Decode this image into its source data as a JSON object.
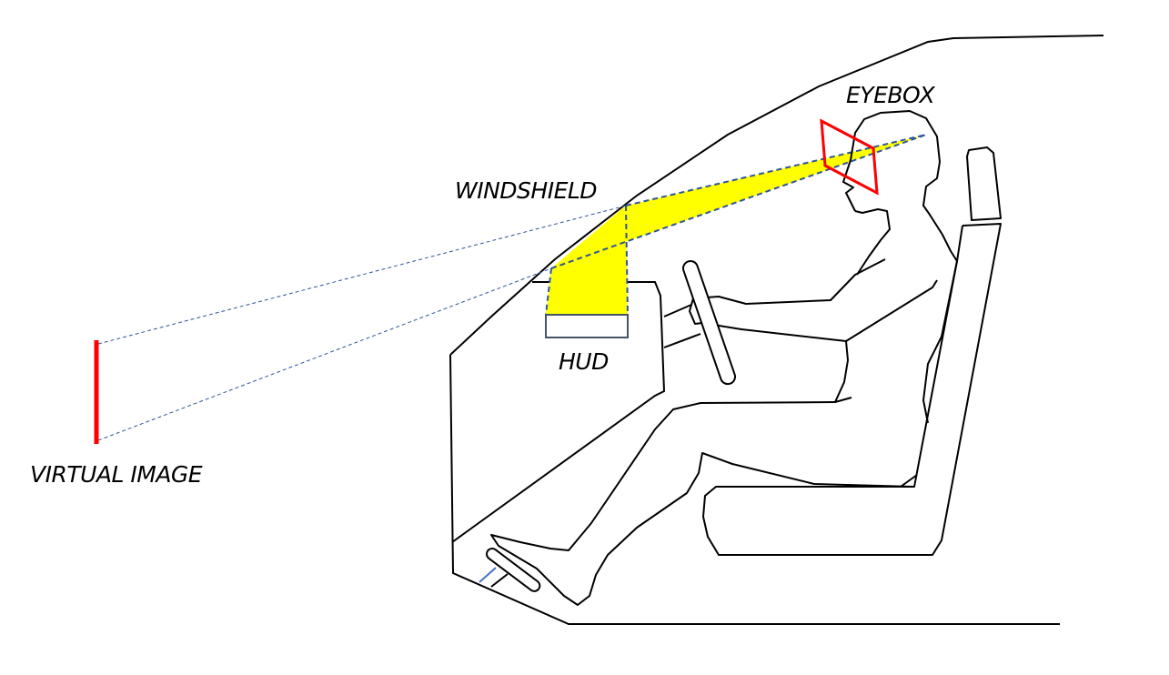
{
  "labels": {
    "windshield": "WINDSHIELD",
    "eyebox": "EYEBOX",
    "hud": "HUD",
    "virtual_image": "VIRTUAL IMAGE"
  },
  "colors": {
    "beam": "#ffff00",
    "eyebox": "#ff0000",
    "virtual_image": "#ff0000",
    "ray": "#2f5597",
    "outline": "#000000"
  }
}
